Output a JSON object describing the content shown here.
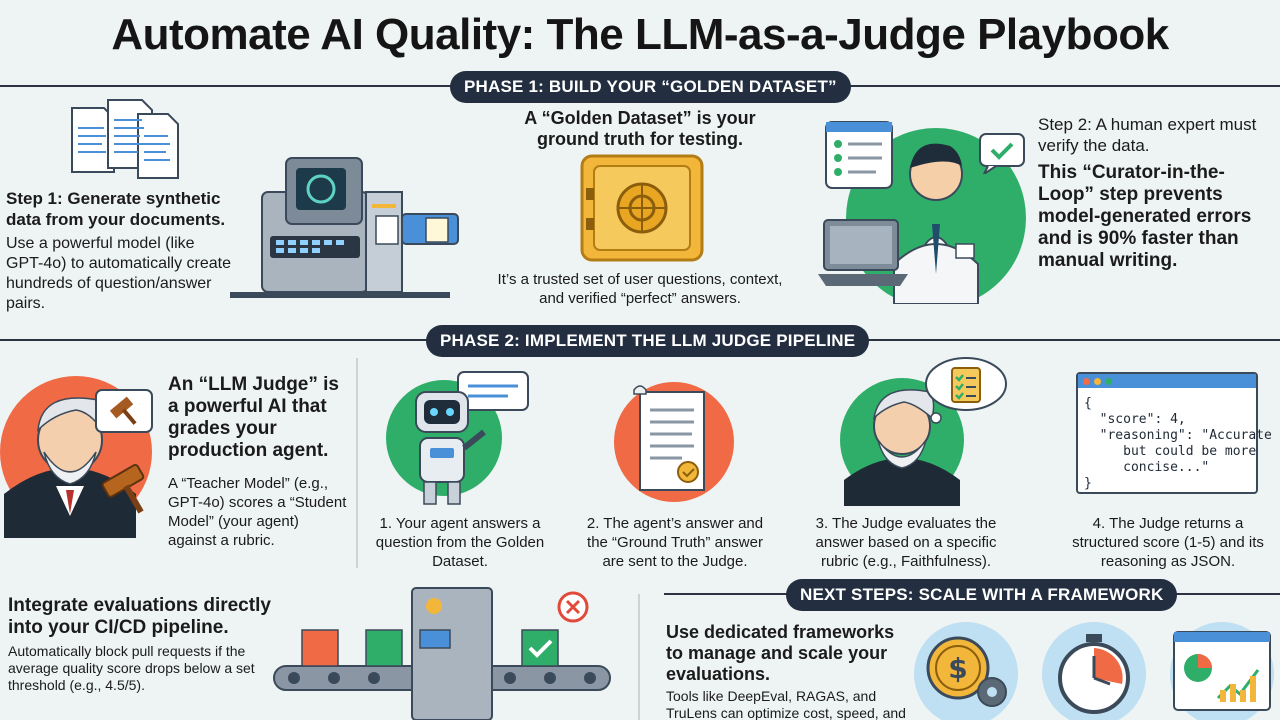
{
  "title": "Automate AI Quality: The LLM-as-a-Judge Playbook",
  "phase1": {
    "label": "PHASE 1: BUILD YOUR “GOLDEN DATASET”",
    "step1_title": "Step 1: Generate synthetic data from your documents.",
    "step1_body": "Use a powerful model (like GPT-4o) to automatically create hundreds of question/answer pairs.",
    "golden_title": "A “Golden Dataset” is your ground truth for testing.",
    "golden_body": "It’s a trusted set of user questions, context, and verified “perfect” answers.",
    "step2_title": "Step 2: A human expert must verify the data.",
    "step2_body": "This “Curator-in-the-Loop” step prevents model-generated errors and is 90% faster than manual writing."
  },
  "phase2": {
    "label": "PHASE 2: IMPLEMENT THE LLM JUDGE PIPELINE",
    "judge_title": "An “LLM Judge” is a powerful AI that grades your production agent.",
    "judge_body": "A “Teacher Model” (e.g., GPT-4o) scores a “Student Model” (your agent) against a rubric.",
    "steps": [
      "1. Your agent answers a question from the Golden Dataset.",
      "2. The agent’s answer and the “Ground Truth” answer are sent to the Judge.",
      "3. The Judge evaluates the answer based on a specific rubric (e.g., Faithfulness).",
      "4. The Judge returns a structured score (1-5) and its reasoning as JSON."
    ],
    "json_lines": [
      "{",
      "  \"score\": 4,",
      "  \"reasoning\": \"Accurate",
      "     but could be more",
      "     concise...\"",
      "}"
    ]
  },
  "cicd": {
    "title": "Integrate evaluations directly into your CI/CD pipeline.",
    "body": "Automatically block pull requests if the average quality score drops below a set threshold (e.g., 4.5/5)."
  },
  "next": {
    "label": "NEXT STEPS: SCALE WITH A FRAMEWORK",
    "title": "Use dedicated frameworks to manage and scale your evaluations.",
    "body": "Tools like DeepEval, RAGAS, and TruLens can optimize cost, speed, and reporting."
  },
  "colors": {
    "navy": "#232f40",
    "green": "#2fae6a",
    "orange": "#f06a45",
    "blue": "#4a90d9",
    "gold": "#f2b63a"
  },
  "icons": [
    "documents-icon",
    "synthetic-data-machine-icon",
    "golden-safe-icon",
    "human-expert-icon",
    "checkmark-icon",
    "judge-icon",
    "gavel-icon",
    "robot-agent-icon",
    "ground-truth-document-icon",
    "judge-thinking-icon",
    "rubric-checklist-icon",
    "json-window-icon",
    "cicd-conveyor-icon",
    "reject-x-icon",
    "cost-coin-gear-icon",
    "stopwatch-icon",
    "report-dashboard-icon"
  ]
}
